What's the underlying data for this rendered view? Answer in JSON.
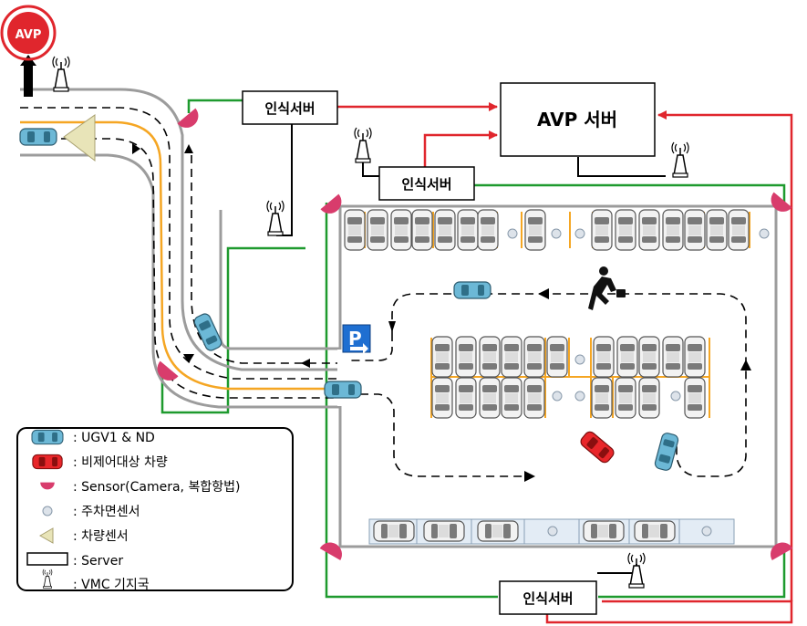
{
  "badge": {
    "label": "AVP"
  },
  "servers": {
    "main": "AVP 서버",
    "top_left": "인식서버",
    "top_mid": "인식서버",
    "bottom": "인식서버"
  },
  "legend": {
    "items": [
      {
        "icon": "blue-car-icon",
        "label": ": UGV1 & ND"
      },
      {
        "icon": "red-car-icon",
        "label": ": 비제어대상 차량"
      },
      {
        "icon": "sensor-icon",
        "label": ": Sensor(Camera, 복합항법)"
      },
      {
        "icon": "parking-sensor-icon",
        "label": ": 주차면센서"
      },
      {
        "icon": "vehicle-sensor-icon",
        "label": ": 차량센서"
      },
      {
        "icon": "server-box-icon",
        "label": ": Server"
      },
      {
        "icon": "antenna-icon",
        "label": ": VMC 기지국"
      }
    ]
  },
  "colors": {
    "red_line": "#e0262d",
    "green_line": "#1e9a2e",
    "road_gray": "#9c9c9c",
    "center_line": "#f5a623",
    "ugv_blue": "#6cb8d6",
    "uncontrolled_red": "#e8262a",
    "sensor_pink": "#d83c6c",
    "parking_sign_blue": "#1f6fd1"
  }
}
